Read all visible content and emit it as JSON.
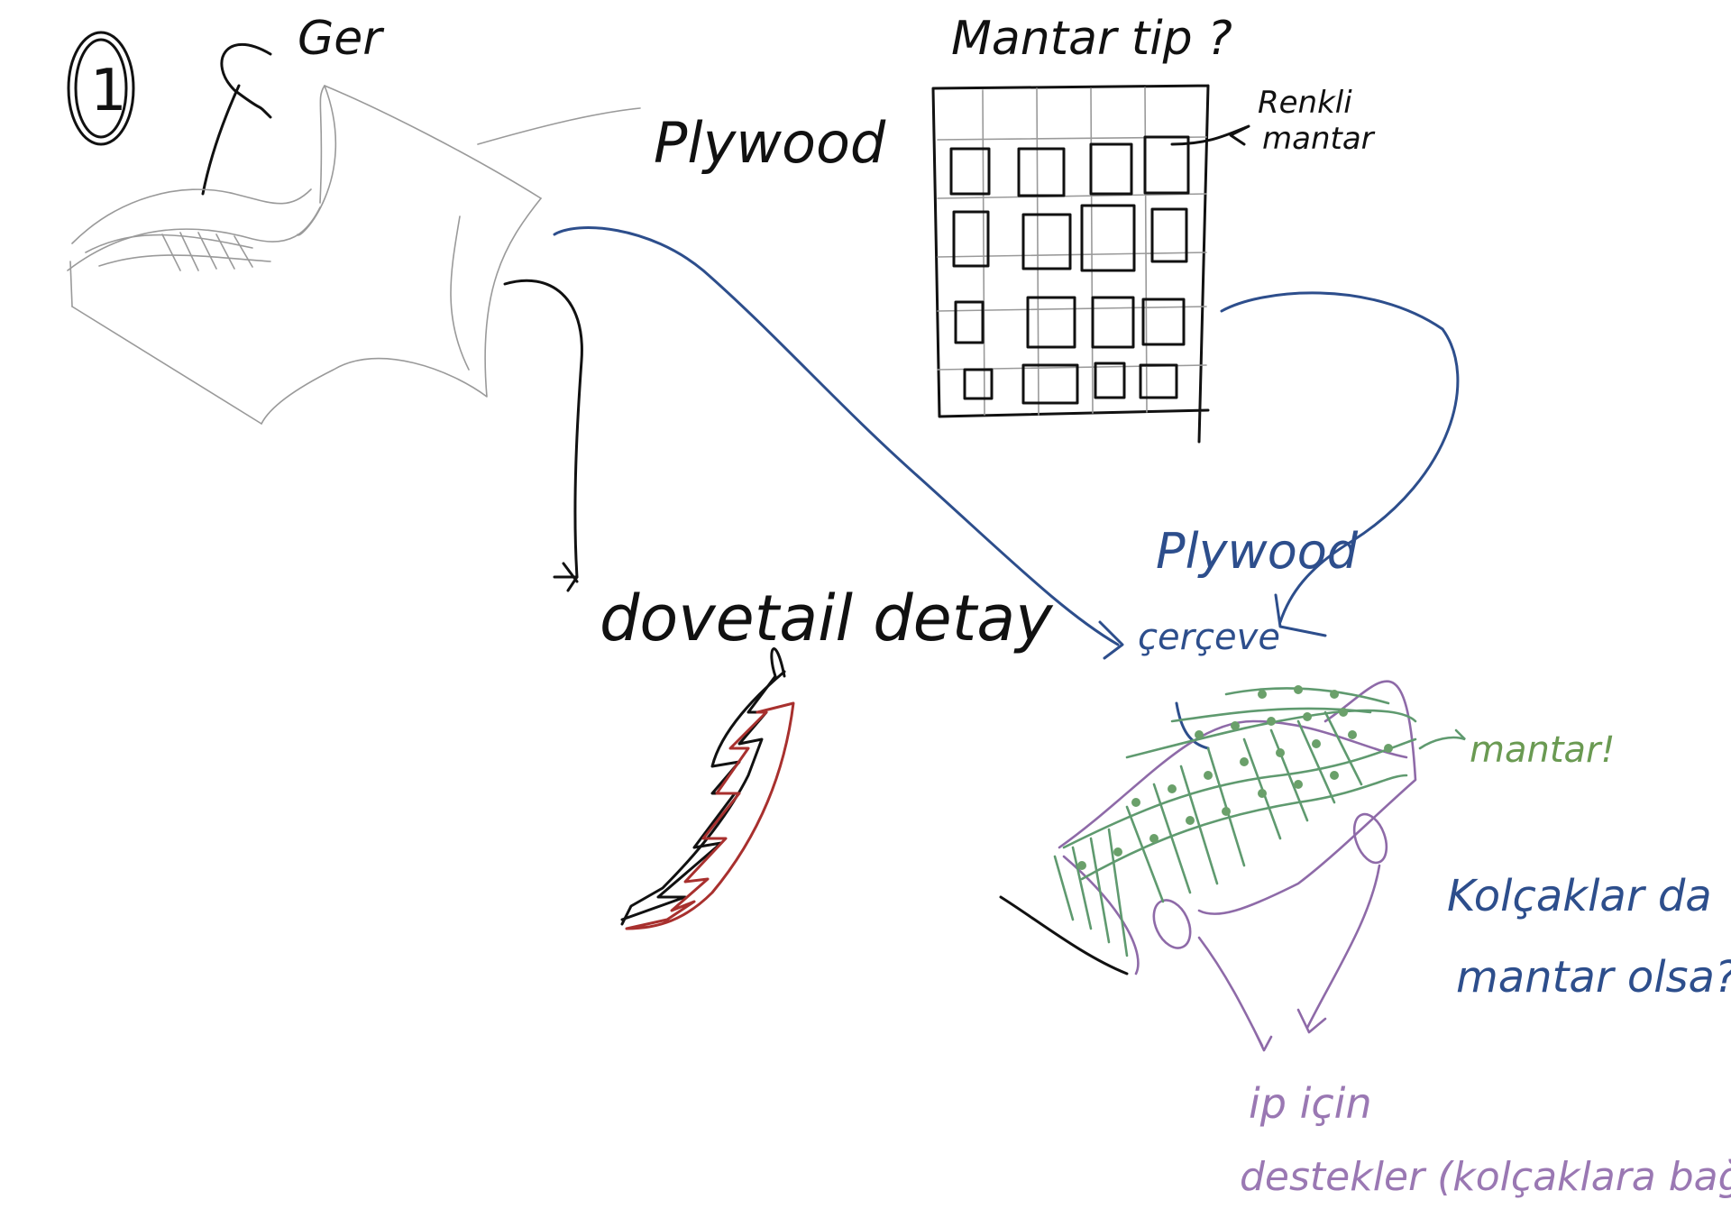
{
  "labels": {
    "step_number": "1",
    "top_left_word": "Ger",
    "plywood_1": "Plywood",
    "mantar_question": "Mantar tip ?",
    "renkli_line1": "Renkli",
    "renkli_line2": "mantar",
    "dovetail": "dovetail detay",
    "plywood_2": "Plywood",
    "cerceve": "çerçeve",
    "mantar_excl": "mantar!",
    "kolcaklar_line1": "Kolçaklar da",
    "kolcaklar_line2": "mantar olsa?",
    "ip_line1": "ip için",
    "ip_line2": "destekler (kolçaklara bağlı)"
  },
  "colors": {
    "ink_black": "#111111",
    "ink_blue": "#2d4e8c",
    "ink_green": "#6a9a52",
    "ink_purple": "#9a78b3",
    "ink_red": "#a8302e",
    "pencil_gray": "#9a9a9a"
  }
}
